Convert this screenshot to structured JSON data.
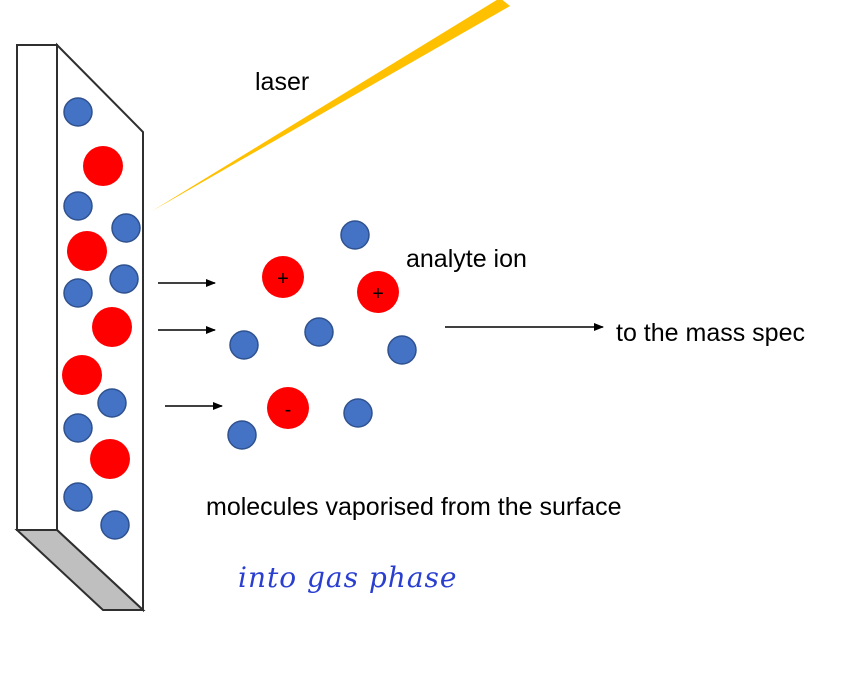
{
  "labels": {
    "laser": "laser",
    "analyte_ion": "analyte ion",
    "destination": "to the mass spec",
    "caption": "molecules vaporised from the surface",
    "handwritten_note": "into gas phase"
  },
  "charges": {
    "plus": "+",
    "minus": "-"
  },
  "colors": {
    "matrix_molecule": "#4472c4",
    "analyte_molecule": "#ff0000",
    "laser_beam": "#ffc000",
    "plate_front": "#ffffff",
    "plate_bottom": "#bfbfbf",
    "outline": "#2f2f2f",
    "handwriting": "#2a3fd0"
  }
}
